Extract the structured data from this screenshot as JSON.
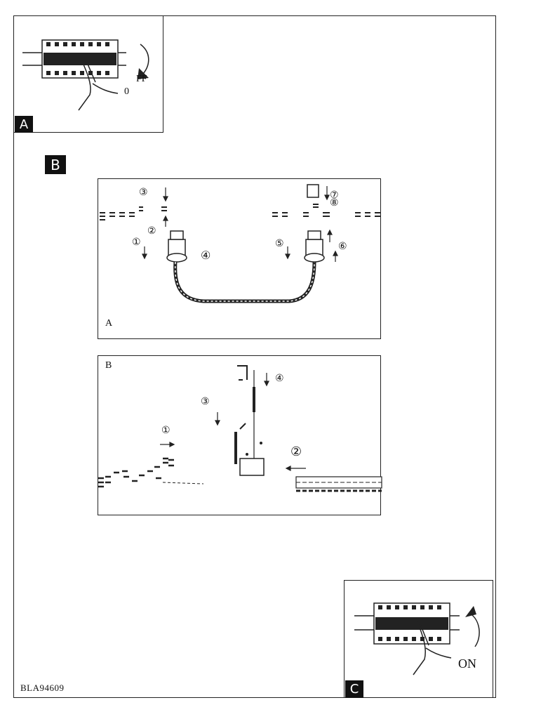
{
  "doc_code": "BLA94609",
  "step_a": {
    "tag": "A",
    "switch_top": "FF",
    "switch_bottom": "0"
  },
  "step_b": {
    "tag": "B",
    "panel_a": {
      "label": "A",
      "steps": [
        "①",
        "②",
        "③",
        "④",
        "⑤",
        "⑥",
        "⑦",
        "⑧"
      ]
    },
    "panel_b": {
      "label": "B",
      "steps": [
        "①",
        "②",
        "③",
        "④"
      ]
    }
  },
  "step_c": {
    "tag": "C",
    "switch_label": "ON"
  }
}
